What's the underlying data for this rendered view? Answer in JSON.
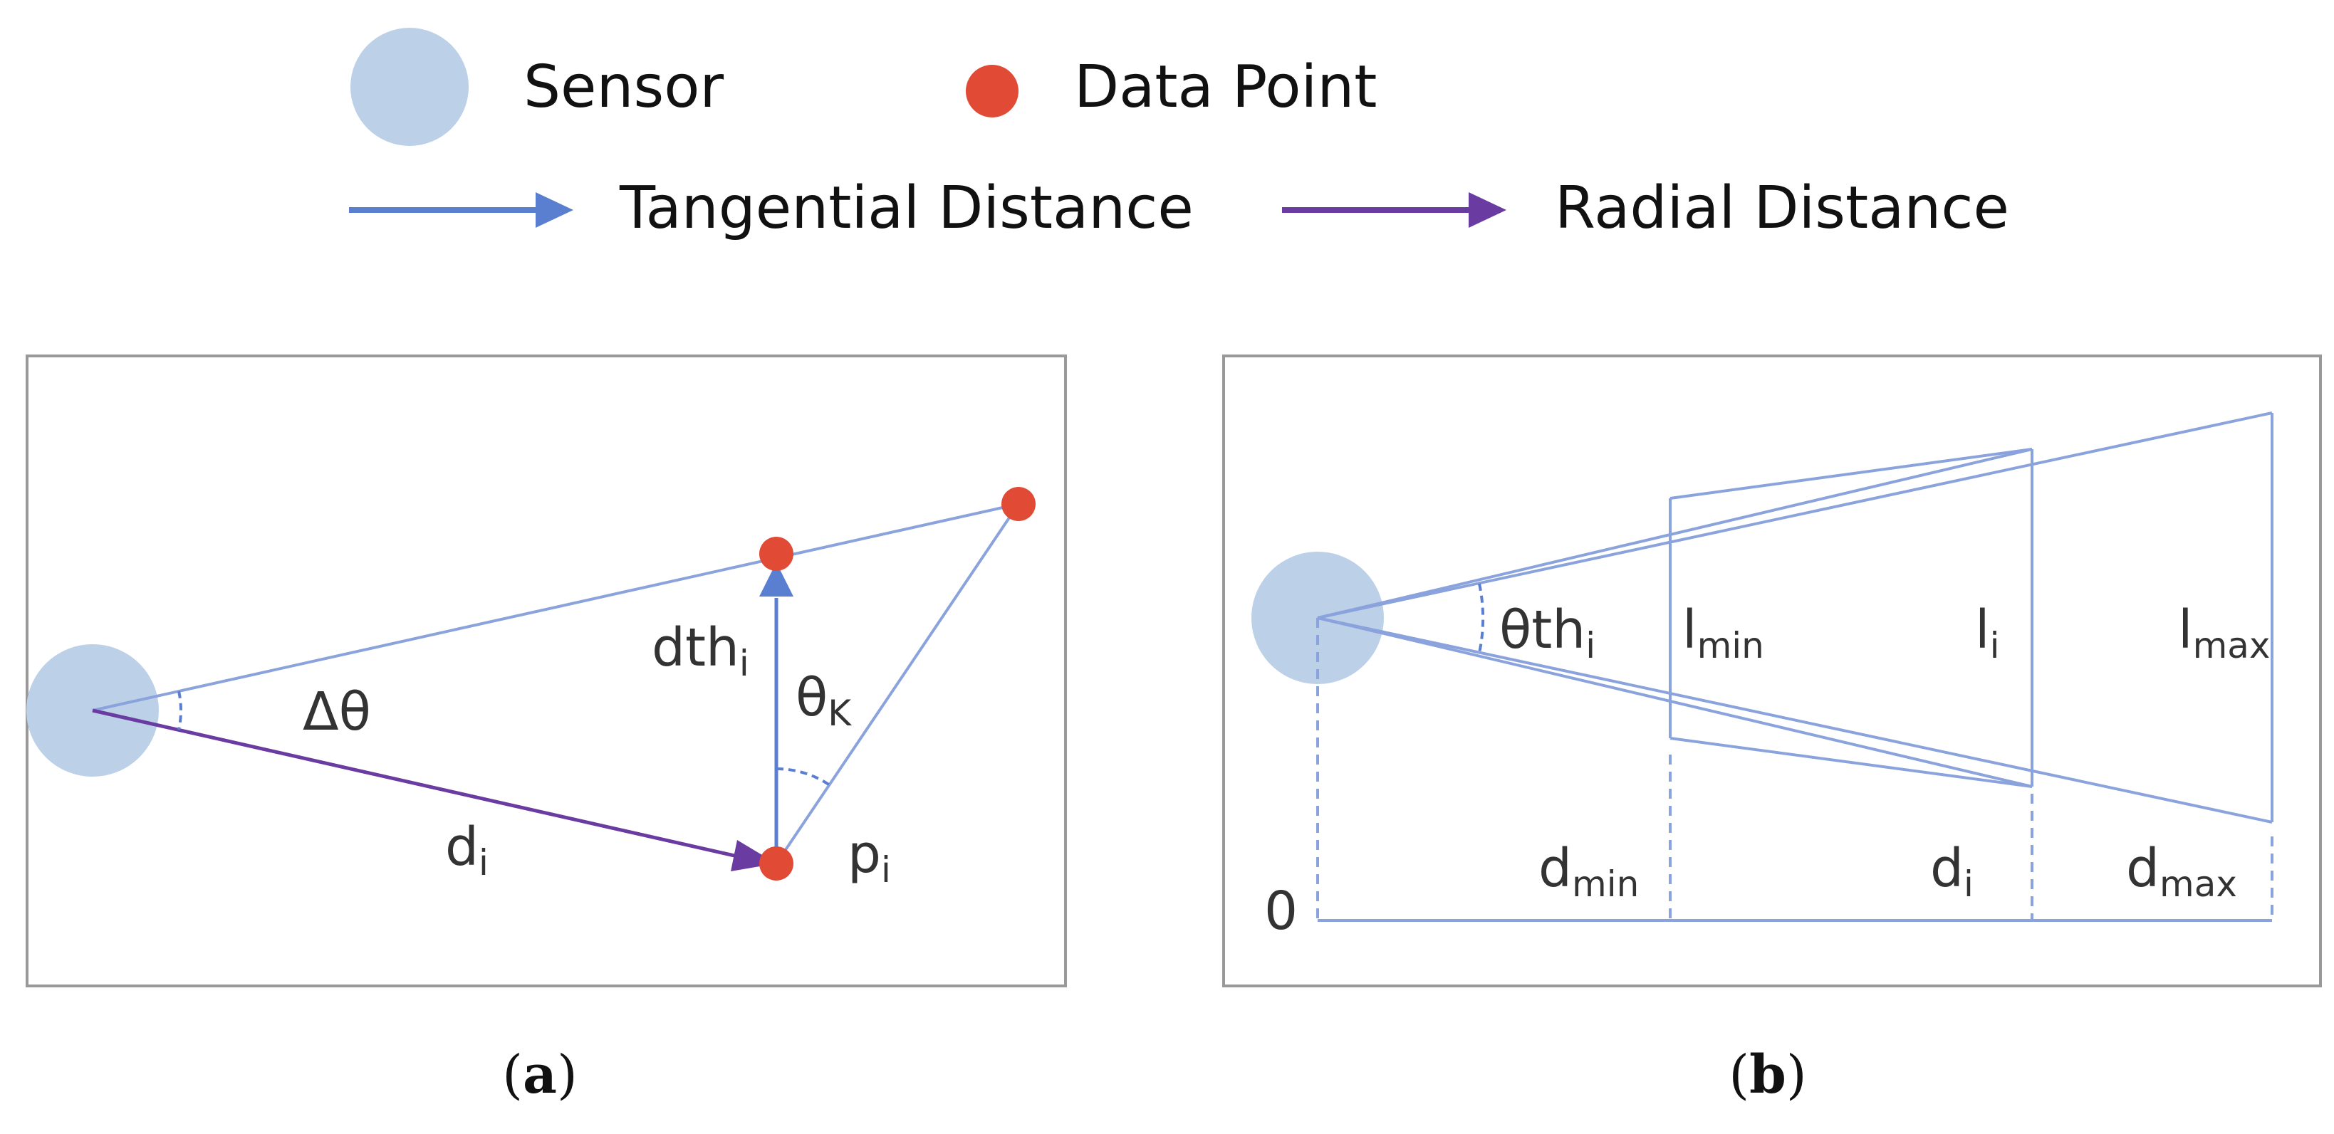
{
  "colors": {
    "sensor": "#bcd0e8",
    "data_point": "#e14a35",
    "tangential": "#5b7fd0",
    "radial": "#6a3ba0",
    "line": "#8ba3dc",
    "frame": "#999999"
  },
  "legend": {
    "sensor_label": "Sensor",
    "data_point_label": "Data Point",
    "tangential_label": "Tangential Distance",
    "radial_label": "Radial Distance"
  },
  "panel_a": {
    "delta_theta": "Δθ",
    "dth_main": "dth",
    "dth_sub": "i",
    "theta_main": "θ",
    "theta_sub": "K",
    "d_main": "d",
    "d_sub": "i",
    "p_main": "p",
    "p_sub": "i",
    "caption_open": "(",
    "caption_letter": "a",
    "caption_close": ")"
  },
  "panel_b": {
    "theta_main": "θth",
    "theta_sub": "i",
    "lmin_main": "l",
    "lmin_sub": "min",
    "li_main": "l",
    "li_sub": "i",
    "lmax_main": "l",
    "lmax_sub": "max",
    "zero": "0",
    "dmin_main": "d",
    "dmin_sub": "min",
    "di_main": "d",
    "di_sub": "i",
    "dmax_main": "d",
    "dmax_sub": "max",
    "caption_open": "(",
    "caption_letter": "b",
    "caption_close": ")"
  }
}
